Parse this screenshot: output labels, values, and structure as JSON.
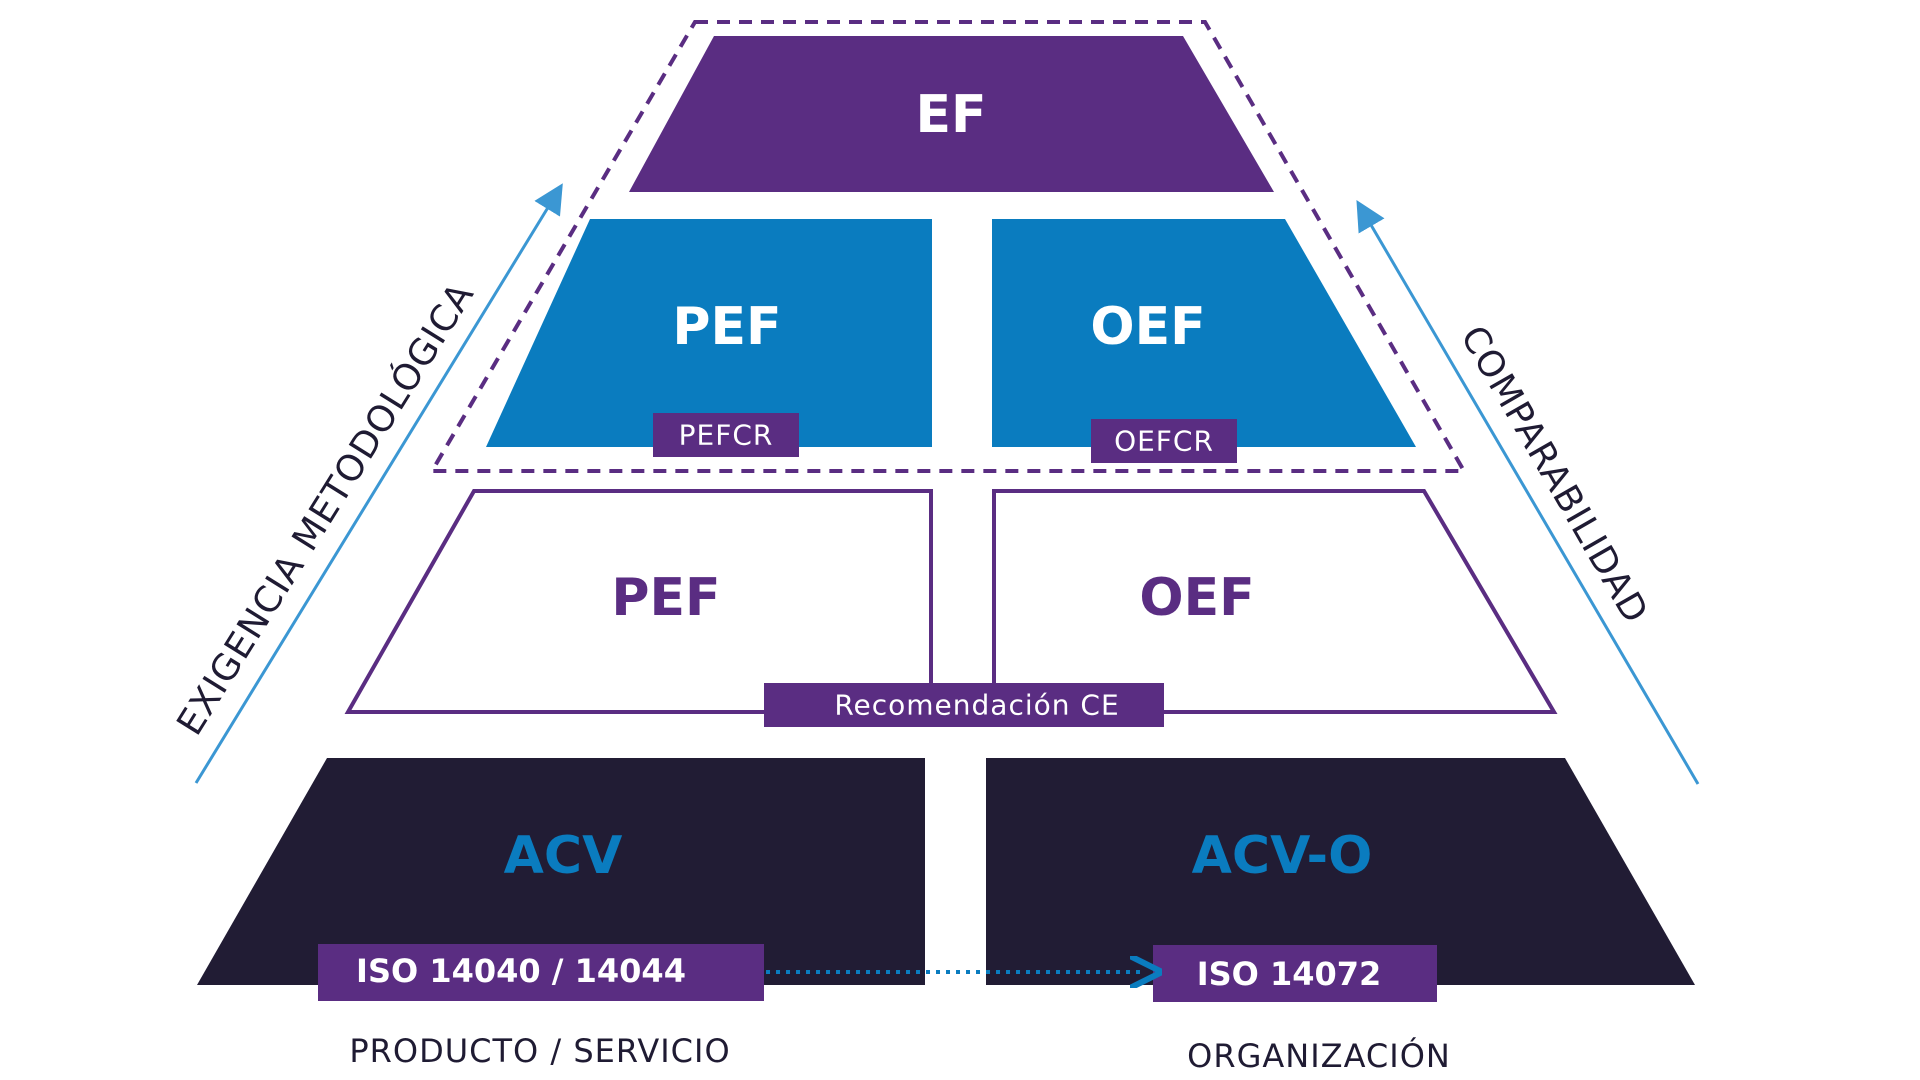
{
  "diagram": {
    "top": {
      "label": "EF"
    },
    "footprint": {
      "product": {
        "label": "PEF",
        "rule_label": "PEFCR"
      },
      "organization": {
        "label": "OEF",
        "rule_label": "OEFCR"
      }
    },
    "recommendation": {
      "product": {
        "label": "PEF"
      },
      "organization": {
        "label": "OEF"
      },
      "badge_label": "Recomendación CE"
    },
    "lca": {
      "product": {
        "label": "ACV",
        "standard_label": "ISO 14040 / 14044"
      },
      "organization": {
        "label": "ACV-O",
        "standard_label": "ISO 14072"
      }
    },
    "side_left_label": "EXIGENCIA METODOLÓGICA",
    "side_right_label": "COMPARABILIDAD",
    "bottom_left_label": "PRODUCTO / SERVICIO",
    "bottom_right_label": "ORGANIZACIÓN"
  },
  "colors": {
    "purple": "#5a2d82",
    "blue": "#0a7cbf",
    "dark": "#211c34",
    "white": "#ffffff",
    "arrow": "#3b97d3"
  }
}
